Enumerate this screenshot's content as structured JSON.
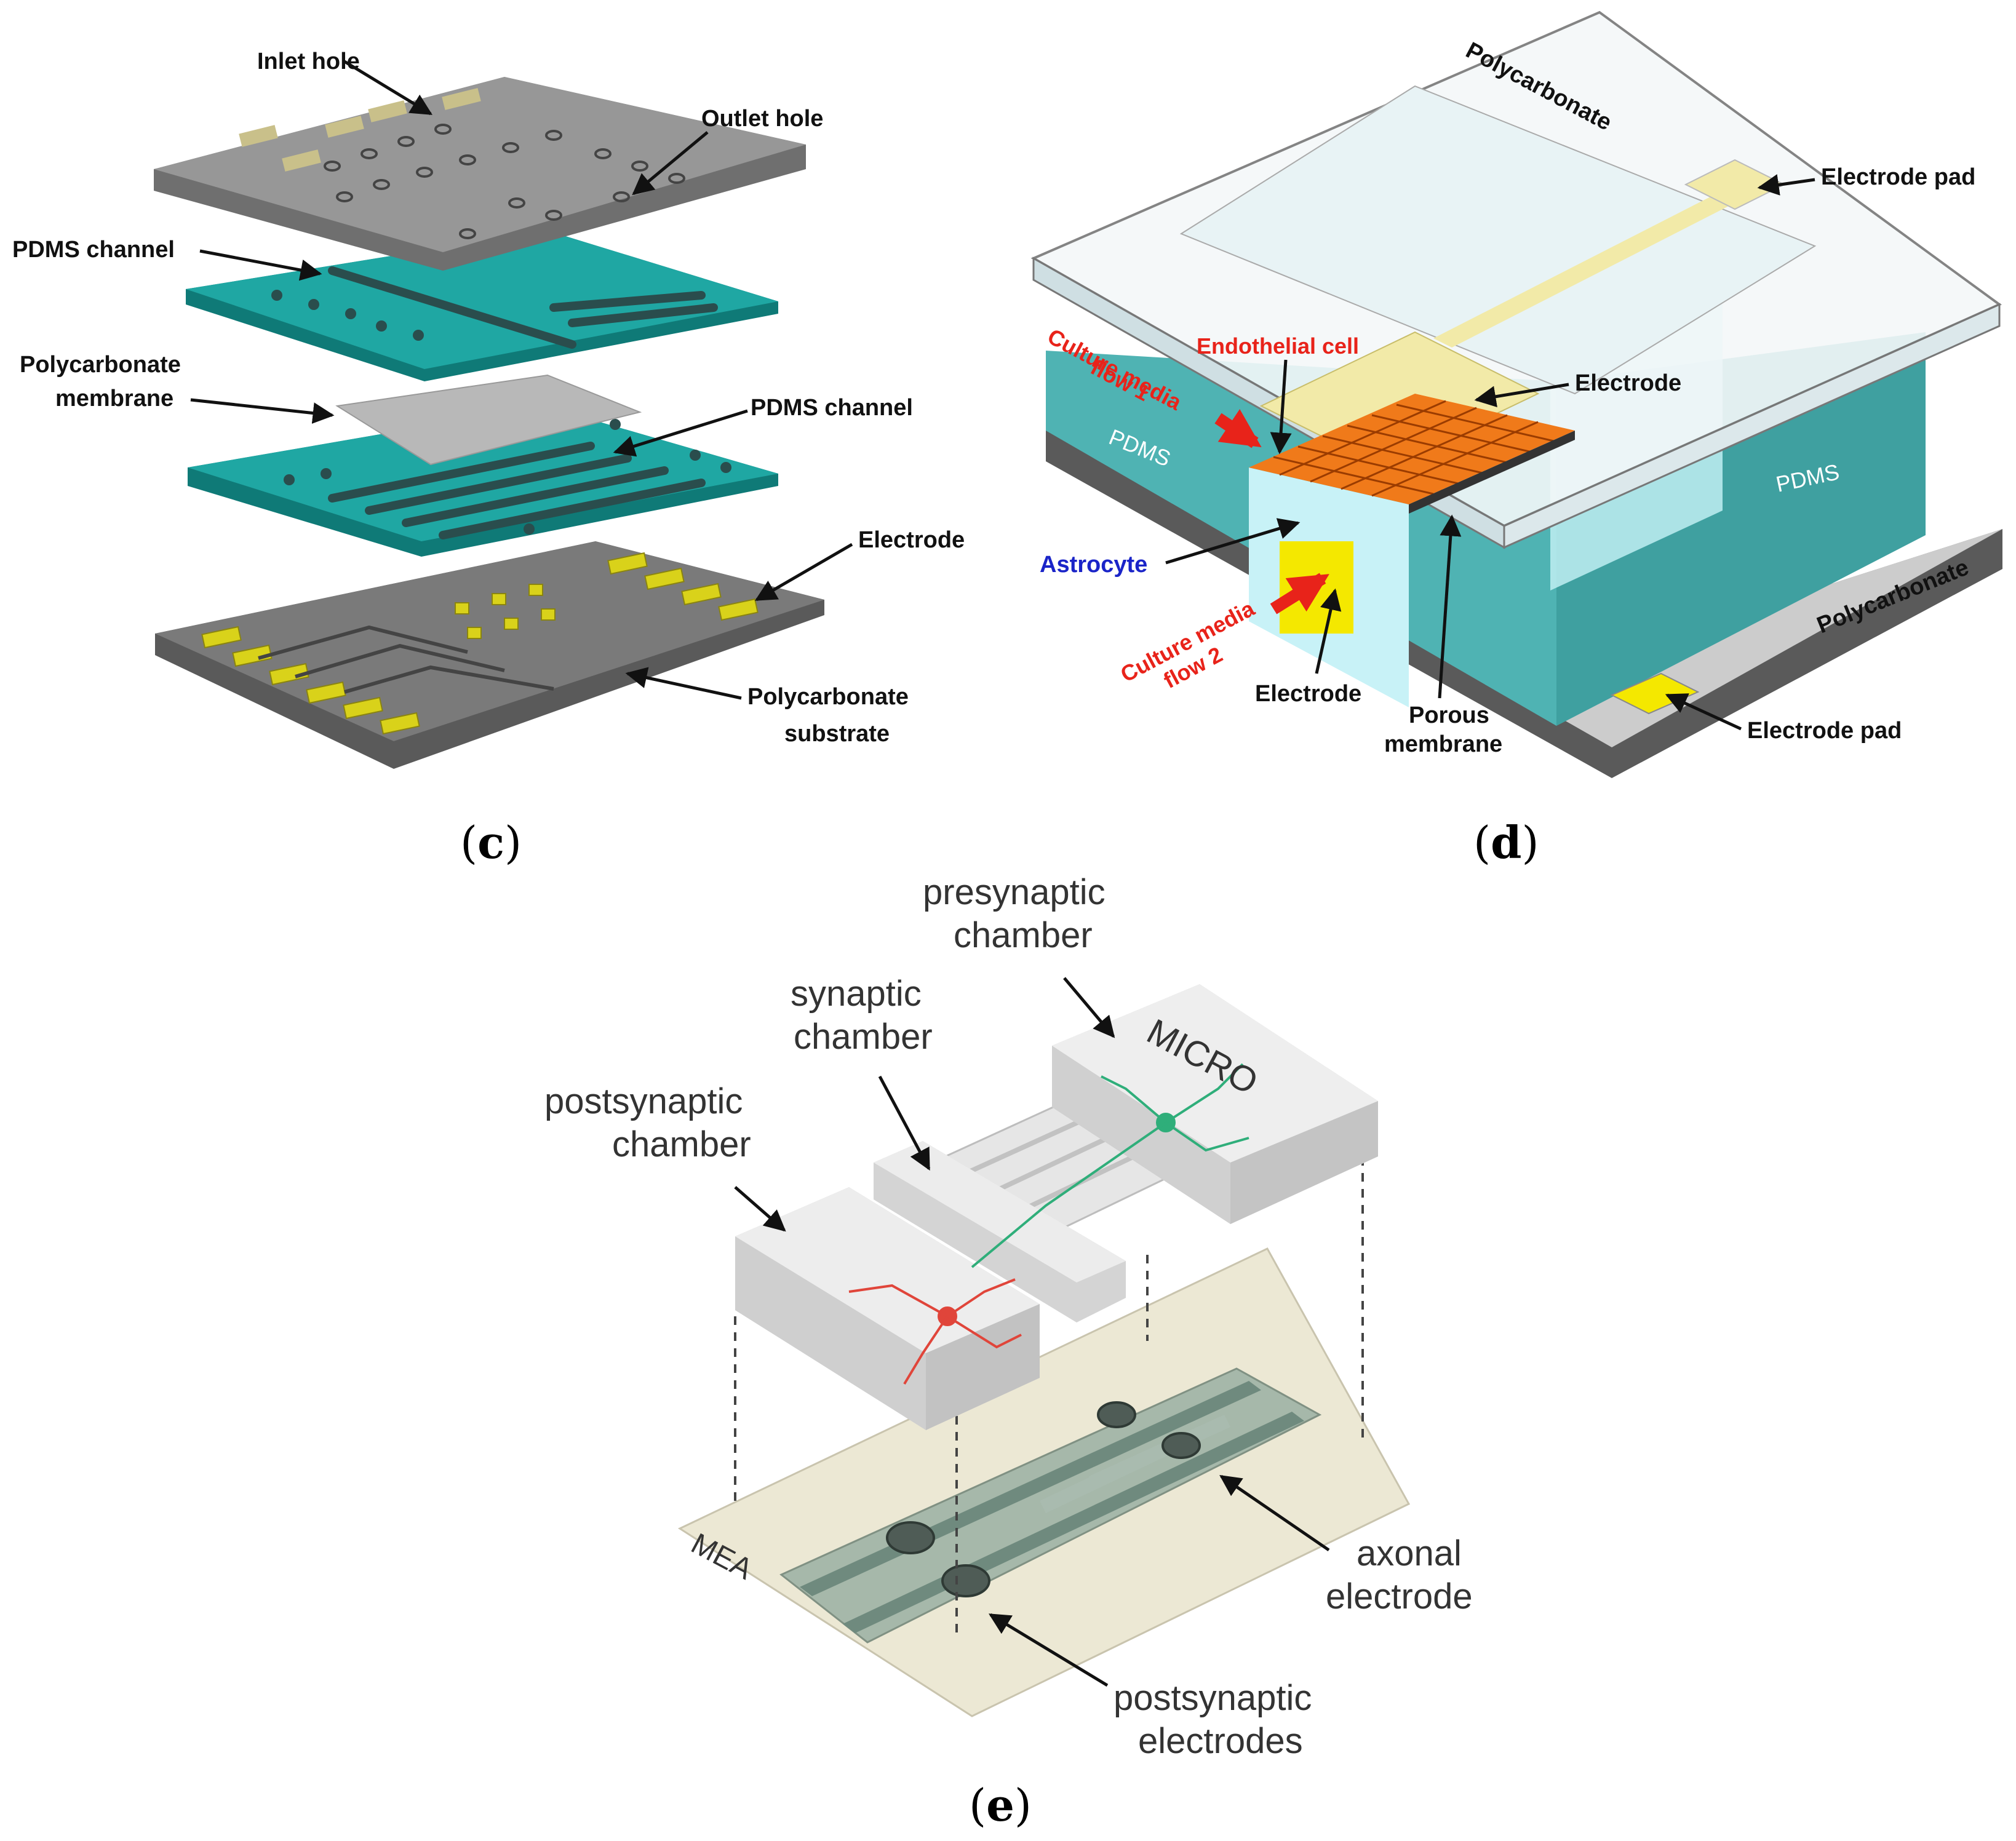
{
  "panel_c": {
    "caption_open": "(",
    "caption_letter": "c",
    "caption_close": ")",
    "labels": {
      "inlet_hole": "Inlet hole",
      "outlet_hole": "Outlet hole",
      "pdms_channel_top": "PDMS channel",
      "polycarbonate_membrane_line1": "Polycarbonate",
      "polycarbonate_membrane_line2": "membrane",
      "pdms_channel_bottom": "PDMS channel",
      "electrode": "Electrode",
      "substrate_line1": "Polycarbonate",
      "substrate_line2": "substrate"
    },
    "colors": {
      "cover": "#8f8f8f",
      "pdms": "#1fa7a3",
      "membrane": "#b8b8b8",
      "substrate": "#6d6d6d",
      "electrode": "#d9d21a"
    }
  },
  "panel_d": {
    "caption_open": "(",
    "caption_letter": "d",
    "caption_close": ")",
    "labels": {
      "polycarbonate_top": "Polycarbonate",
      "electrode_pad_top": "Electrode pad",
      "culture_media_flow1_line1": "Culture media",
      "culture_media_flow1_line2": "flow 1",
      "endothelial_cell": "Endothelial cell",
      "electrode_top": "Electrode",
      "pdms_left": "PDMS",
      "pdms_right": "PDMS",
      "astrocyte": "Astrocyte",
      "culture_media_flow2_line1": "Culture media",
      "culture_media_flow2_line2": "flow 2",
      "electrode_bottom": "Electrode",
      "porous_membrane_line1": "Porous",
      "porous_membrane_line2": "membrane",
      "polycarbonate_bottom": "Polycarbonate",
      "electrode_pad_bottom": "Electrode pad"
    },
    "colors": {
      "pdms": "#4fb3b3",
      "glass": "#eef6f8",
      "electrode": "#f2eaa8",
      "cells": "#f07a1a",
      "bottom_electrode": "#f4e800",
      "flow_arrow": "#e8231a"
    }
  },
  "panel_e": {
    "caption_open": "(",
    "caption_letter": "e",
    "caption_close": ")",
    "labels": {
      "presynaptic_line1": "presynaptic",
      "presynaptic_line2": "chamber",
      "synaptic_line1": "synaptic",
      "synaptic_line2": "chamber",
      "postsynaptic_line1": "postsynaptic",
      "postsynaptic_line2": "chamber",
      "micro": "MICRO",
      "mea": "MEA",
      "axonal_line1": "axonal",
      "axonal_line2": "electrode",
      "postsyn_el_line1": "postsynaptic",
      "postsyn_el_line2": "electrodes"
    },
    "colors": {
      "block": "#dcdcdc",
      "mea": "#ece8d4",
      "channel": "#8fa89c",
      "neuron_pre": "#2fae7a",
      "neuron_post": "#e0453a"
    }
  }
}
